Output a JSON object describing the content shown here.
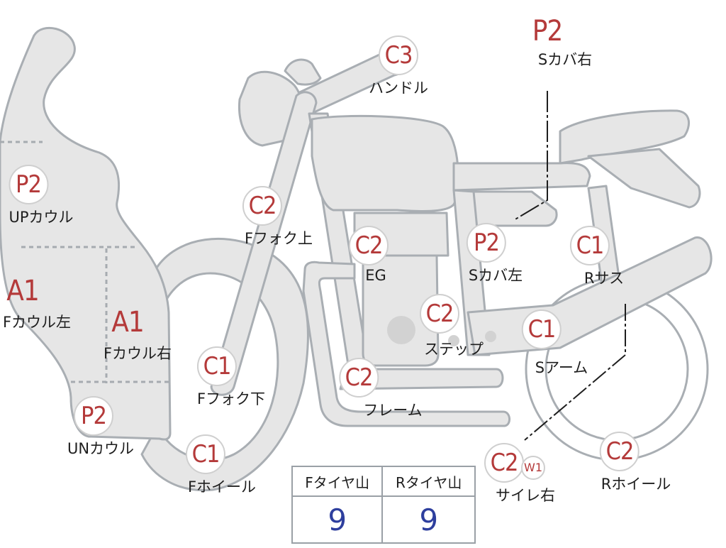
{
  "callouts": [
    {
      "id": "P2",
      "grade": "P2",
      "label": "UPカウル"
    },
    {
      "id": "A1-left",
      "grade": "A1",
      "label": "Fカウル左"
    },
    {
      "id": "A1-right",
      "grade": "A1",
      "label": "Fカウル右"
    },
    {
      "id": "P2-under",
      "grade": "P2",
      "label": "UNカウル"
    },
    {
      "id": "C2-fork-upper",
      "grade": "C2",
      "label": "Fフォク上"
    },
    {
      "id": "C1-fork-lower",
      "grade": "C1",
      "label": "Fフォク下"
    },
    {
      "id": "C1-front-wheel",
      "grade": "C1",
      "label": "Fホイール"
    },
    {
      "id": "C3-handle",
      "grade": "C3",
      "label": "ハンドル"
    },
    {
      "id": "C2-engine",
      "grade": "C2",
      "label": "EG"
    },
    {
      "id": "C2-step",
      "grade": "C2",
      "label": "ステップ"
    },
    {
      "id": "C2-frame",
      "grade": "C2",
      "label": "フレーム"
    },
    {
      "id": "P2-side-cover-left",
      "grade": "P2",
      "label": "Sカバ左"
    },
    {
      "id": "P2-side-cover-right",
      "grade": "P2",
      "label": "Sカバ右"
    },
    {
      "id": "C1-rear-suspension",
      "grade": "C1",
      "label": "Rサス"
    },
    {
      "id": "C1-swingarm",
      "grade": "C1",
      "label": "Sアーム"
    },
    {
      "id": "C2-muffler-right",
      "grade": "C2",
      "badge": "W1",
      "label": "サイレ右"
    },
    {
      "id": "C2-rear-wheel",
      "grade": "C2",
      "label": "Rホイール"
    }
  ],
  "tread_table": {
    "headers": [
      "Fタイヤ山",
      "Rタイヤ山"
    ],
    "values": [
      "9",
      "9"
    ]
  },
  "colors": {
    "part_fill": "#e6e6e6",
    "part_outline": "#a9aeb3",
    "grade_text": "#b43a3a",
    "tread_value": "#2e3f9e"
  }
}
